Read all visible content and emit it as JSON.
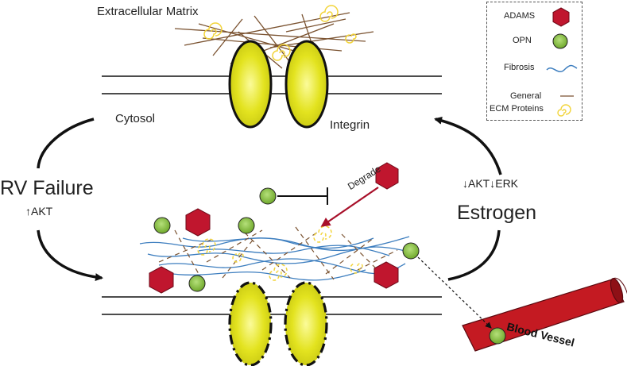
{
  "labels": {
    "extracellular_matrix": "Extracellular Matrix",
    "cytosol": "Cytosol",
    "integrin": "Integrin",
    "rv_failure": "RV Failure",
    "up_akt": "↑AKT",
    "down_akt_erk": "↓AKT↓ERK",
    "estrogen": "Estrogen",
    "degrade": "Degrade",
    "blood_vessel": "Blood Vessel"
  },
  "legend": {
    "adams": "ADAMS",
    "opn": "OPN",
    "fibrosis": "Fibrosis",
    "general_ecm_line1": "General",
    "general_ecm_line2": "ECM Proteins"
  },
  "colors": {
    "adams": "#c0162e",
    "opn": "#8dc63f",
    "fibrosis": "#3d7ebf",
    "ecm_fiber": "#7a5230",
    "ecm_spiral": "#f2d43a",
    "integrin": "#e6e61e",
    "blood_vessel": "#c41a22"
  }
}
